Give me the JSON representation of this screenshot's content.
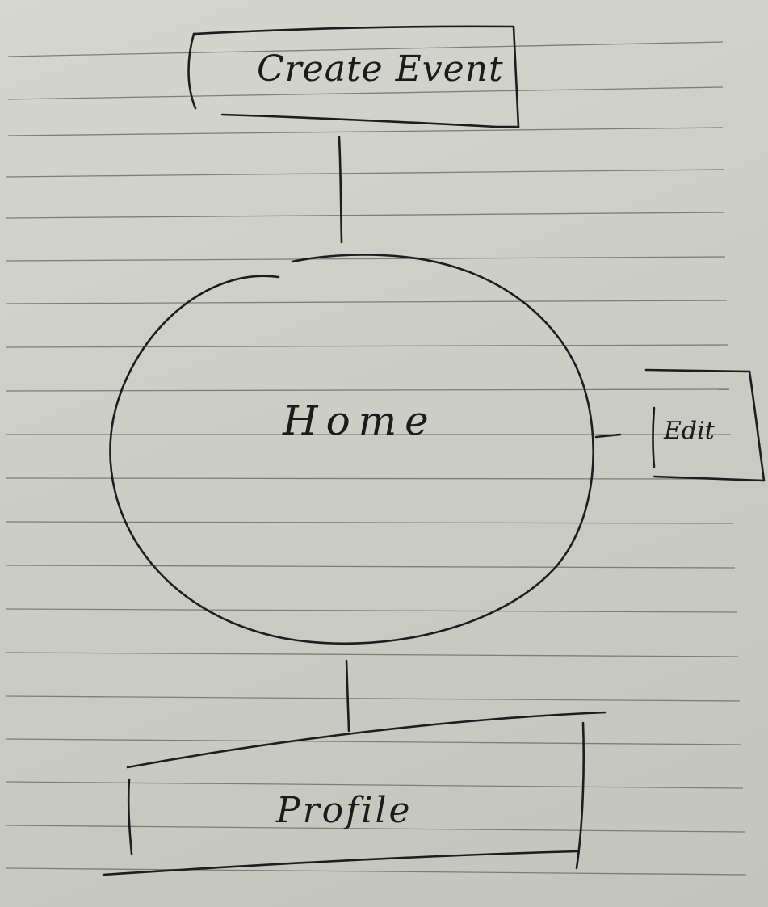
{
  "diagram": {
    "nodes": [
      {
        "id": "create-event",
        "label": "Create Event",
        "shape": "rectangle"
      },
      {
        "id": "home",
        "label": "Home",
        "shape": "circle"
      },
      {
        "id": "edit",
        "label": "Edit",
        "shape": "rectangle"
      },
      {
        "id": "profile",
        "label": "Profile",
        "shape": "rectangle"
      }
    ],
    "edges": [
      {
        "from": "home",
        "to": "create-event"
      },
      {
        "from": "home",
        "to": "edit"
      },
      {
        "from": "home",
        "to": "profile"
      }
    ]
  },
  "colors": {
    "ink": "#1d1d1d",
    "paper": "#cbcdc6",
    "rule_line": "#6e716b"
  }
}
